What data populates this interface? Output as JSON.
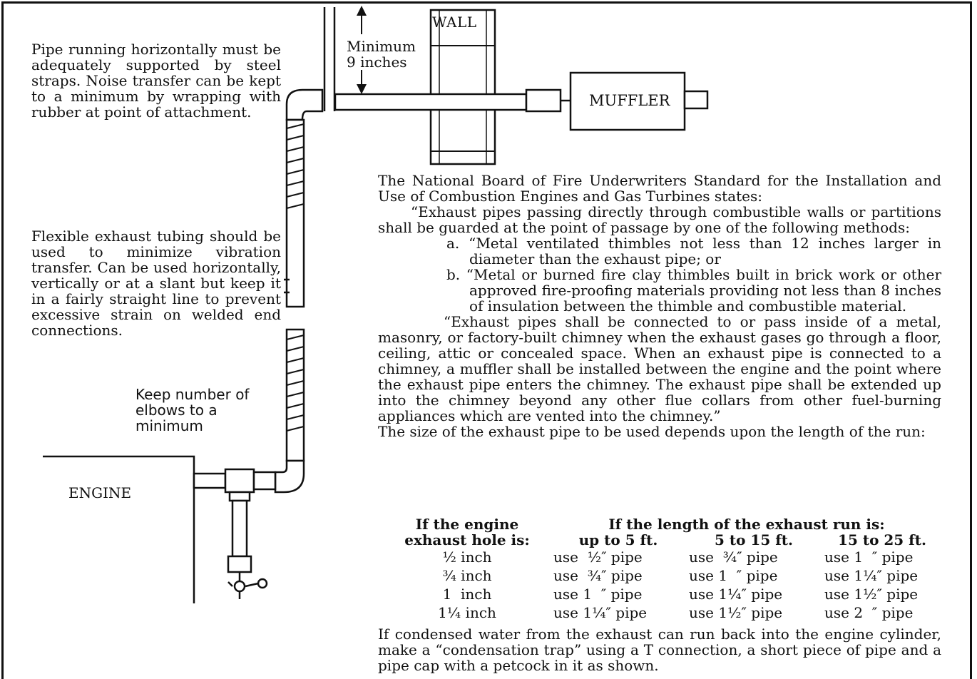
{
  "notes": {
    "horizontal_pipe": "Pipe running horizontally must be adequately supported by steel straps. Noise transfer can be kept to a minimum by wrapping with rubber at point of attachment.",
    "flexible_tubing": "Flexible exhaust tubing should be used to minimize vibration transfer. Can be used horizontally, vertically or at a slant but keep it in a fairly straight line to prevent excessive strain on welded end connections.",
    "elbows": "Keep number of elbows to a minimum"
  },
  "labels": {
    "wall": "WALL",
    "minimum_line1": "Minimum",
    "minimum_line2": "9 inches",
    "muffler": "MUFFLER",
    "engine": "ENGINE"
  },
  "standard": {
    "intro": "The National Board of Fire Underwriters Standard for the Installation and Use of Combustion Engines and Gas Turbines states:",
    "quote1": "“Exhaust pipes passing directly through combustible walls or partitions shall be guarded at the point of passage by one of the following methods:",
    "item_a": "a. “Metal ventilated thimbles not less than 12 inches larger in diameter than the exhaust pipe; or",
    "item_b": "b. “Metal or burned fire clay thimbles built in brick work or other approved fire-proofing materials providing not less than 8 inches of insulation between the thimble and combustible material.",
    "quote2": "“Exhaust pipes shall be connected to or pass inside of a metal, masonry, or factory-built chimney when the exhaust gases go through a floor, ceiling, attic or concealed space. When an exhaust pipe is connected to a chimney, a muffler shall be installed between the engine and the point where the exhaust pipe enters the chimney. The exhaust pipe shall be extended up into the chimney beyond any other flue collars from other fuel-burning appliances which are vented into the chimney.”",
    "size_intro": "The size of the exhaust pipe to be used depends upon the length of the run:"
  },
  "table": {
    "header_left_1": "If the engine",
    "header_left_2": "exhaust hole is:",
    "header_span": "If the length of the exhaust run is:",
    "col1": "up to 5 ft.",
    "col2": "5 to 15 ft.",
    "col3": "15 to 25 ft.",
    "rows": [
      {
        "hole": "½ inch",
        "c1": "use  ½″ pipe",
        "c2": "use  ¾″ pipe",
        "c3": "use 1  ″ pipe"
      },
      {
        "hole": "¾ inch",
        "c1": "use  ¾″ pipe",
        "c2": "use 1  ″ pipe",
        "c3": "use 1¼″ pipe"
      },
      {
        "hole": "1  inch",
        "c1": "use 1  ″ pipe",
        "c2": "use 1¼″ pipe",
        "c3": "use 1½″ pipe"
      },
      {
        "hole": "1¼ inch",
        "c1": "use 1¼″ pipe",
        "c2": "use 1½″ pipe",
        "c3": "use 2  ″ pipe"
      }
    ]
  },
  "footer": "If condensed water from the exhaust can run back into the engine cylinder, make a “condensation trap” using a T connection, a short piece of pipe and a pipe cap with a petcock in it as shown."
}
